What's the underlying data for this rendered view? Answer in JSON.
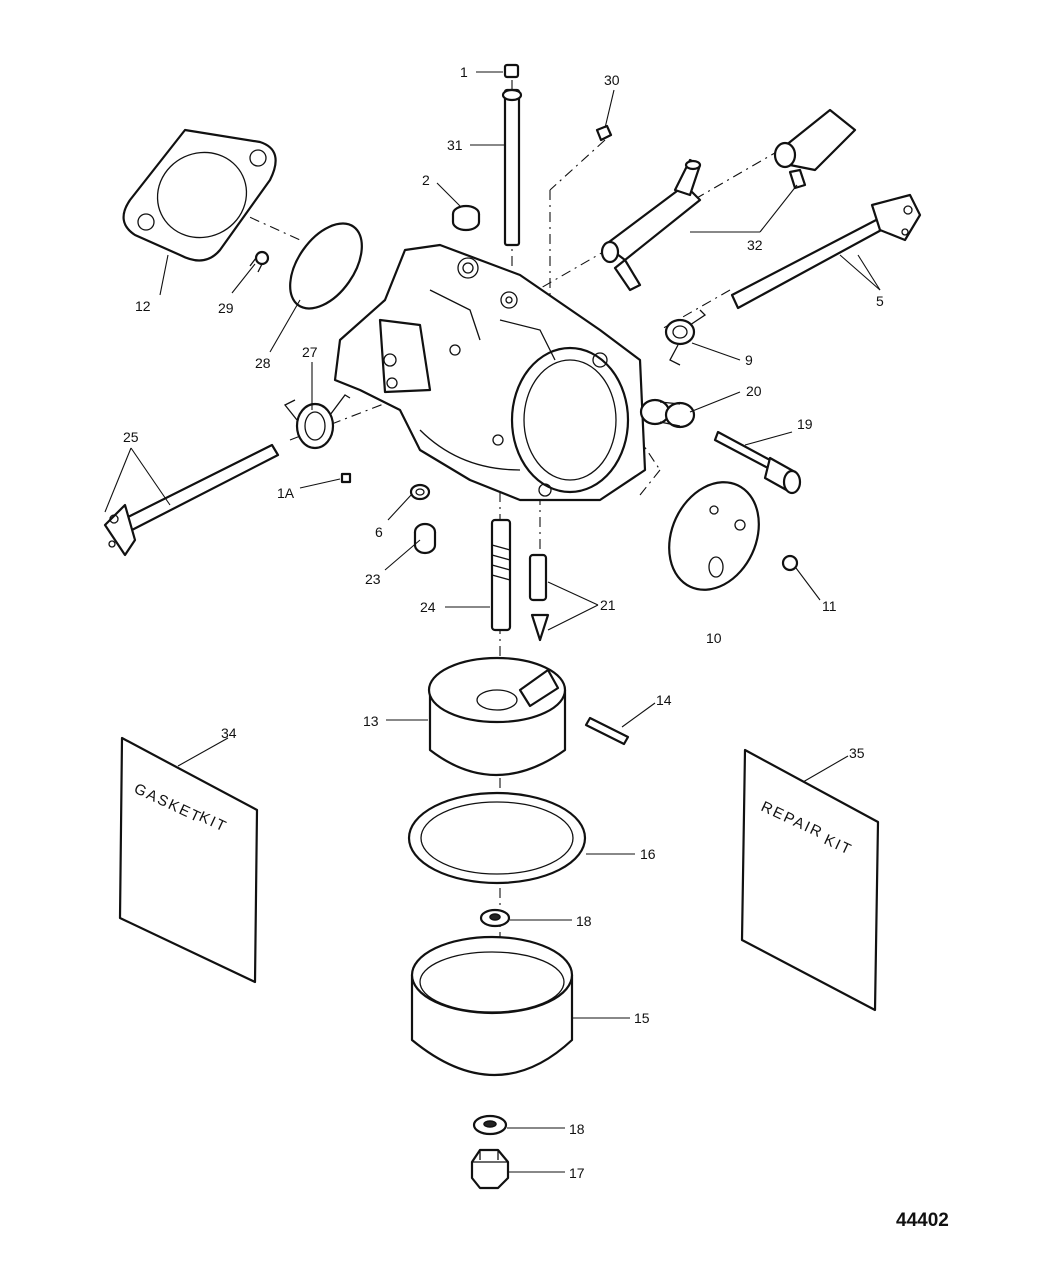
{
  "figure_number": "44402",
  "callouts": {
    "c1": "1",
    "c1a": "1A",
    "c2": "2",
    "c5": "5",
    "c6": "6",
    "c9": "9",
    "c10": "10",
    "c11": "11",
    "c12": "12",
    "c13": "13",
    "c14": "14",
    "c15": "15",
    "c16": "16",
    "c17": "17",
    "c18a": "18",
    "c18b": "18",
    "c19": "19",
    "c20": "20",
    "c21": "21",
    "c23": "23",
    "c24": "24",
    "c25": "25",
    "c27": "27",
    "c28": "28",
    "c29": "29",
    "c30": "30",
    "c31": "31",
    "c32": "32",
    "c34": "34",
    "c35": "35"
  },
  "kits": {
    "gasket_line1": "GASKET",
    "gasket_line2": "KIT",
    "repair_line1": "REPAIR",
    "repair_line2": "KIT"
  }
}
